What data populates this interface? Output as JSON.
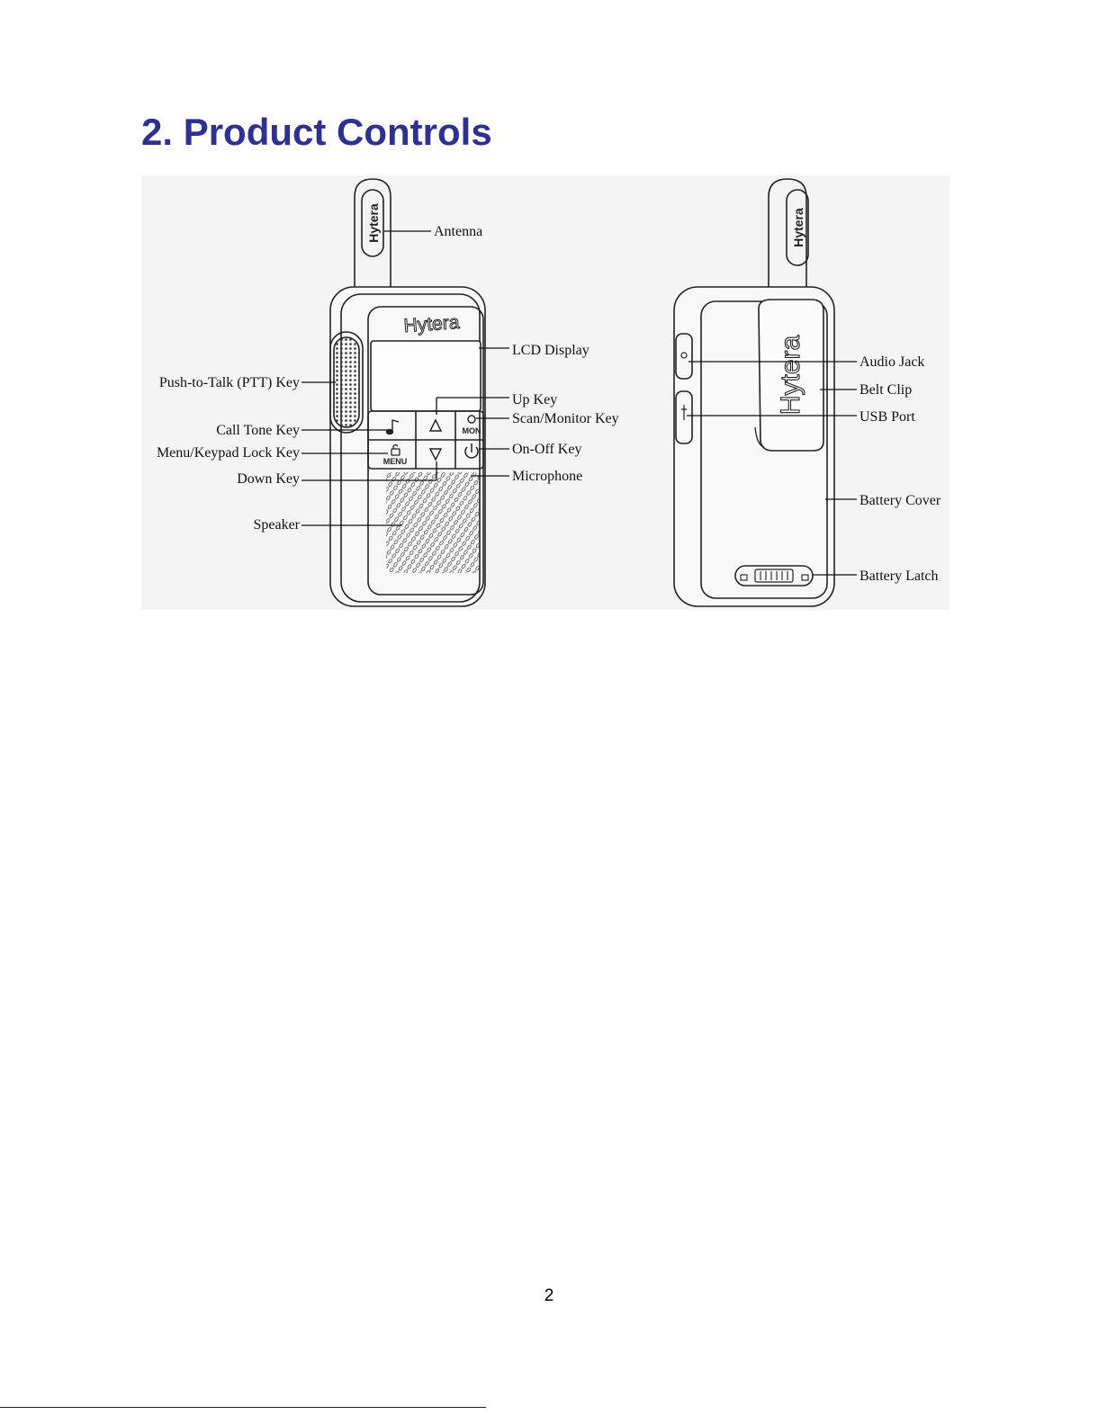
{
  "title": "2. Product Controls",
  "brand": "Hytera",
  "front_labels": {
    "antenna": "Antenna",
    "lcd_display": "LCD Display",
    "ptt_key": "Push-to-Talk (PTT) Key",
    "up_key": "Up Key",
    "scan_monitor_key": "Scan/Monitor Key",
    "call_tone_key": "Call Tone Key",
    "on_off_key": "On-Off Key",
    "menu_keypad_lock_key": "Menu/Keypad Lock Key",
    "microphone": "Microphone",
    "down_key": "Down Key",
    "speaker": "Speaker"
  },
  "back_labels": {
    "audio_jack": "Audio Jack",
    "belt_clip": "Belt Clip",
    "usb_port": "USB Port",
    "battery_cover": "Battery Cover",
    "battery_latch": "Battery Latch"
  },
  "key_text": {
    "menu": "MENU",
    "mon": "MON"
  },
  "colors": {
    "title": "#2e3192",
    "figure_bg": "#f4f4f4",
    "line": "#222222"
  },
  "page_number": "2"
}
